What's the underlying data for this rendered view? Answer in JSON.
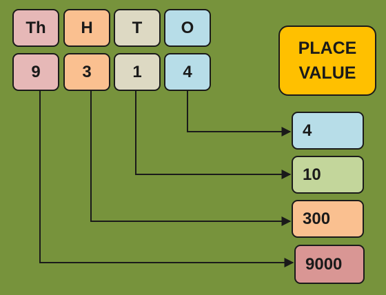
{
  "title": {
    "line1": "PLACE",
    "line2": "VALUE"
  },
  "headers": [
    "Th",
    "H",
    "T",
    "O"
  ],
  "digits": [
    "9",
    "3",
    "1",
    "4"
  ],
  "place_values": [
    "4",
    "10",
    "300",
    "9000"
  ],
  "colors": {
    "background": "#77933c",
    "thousands": "#e6b8b7",
    "hundreds": "#fac090",
    "tens": "#ddd9c3",
    "ones": "#b7dde8",
    "value_ones": "#b7dde8",
    "value_tens": "#c3d69b",
    "value_hundreds": "#fac090",
    "value_thousands": "#d99694",
    "title": "#ffc000"
  }
}
